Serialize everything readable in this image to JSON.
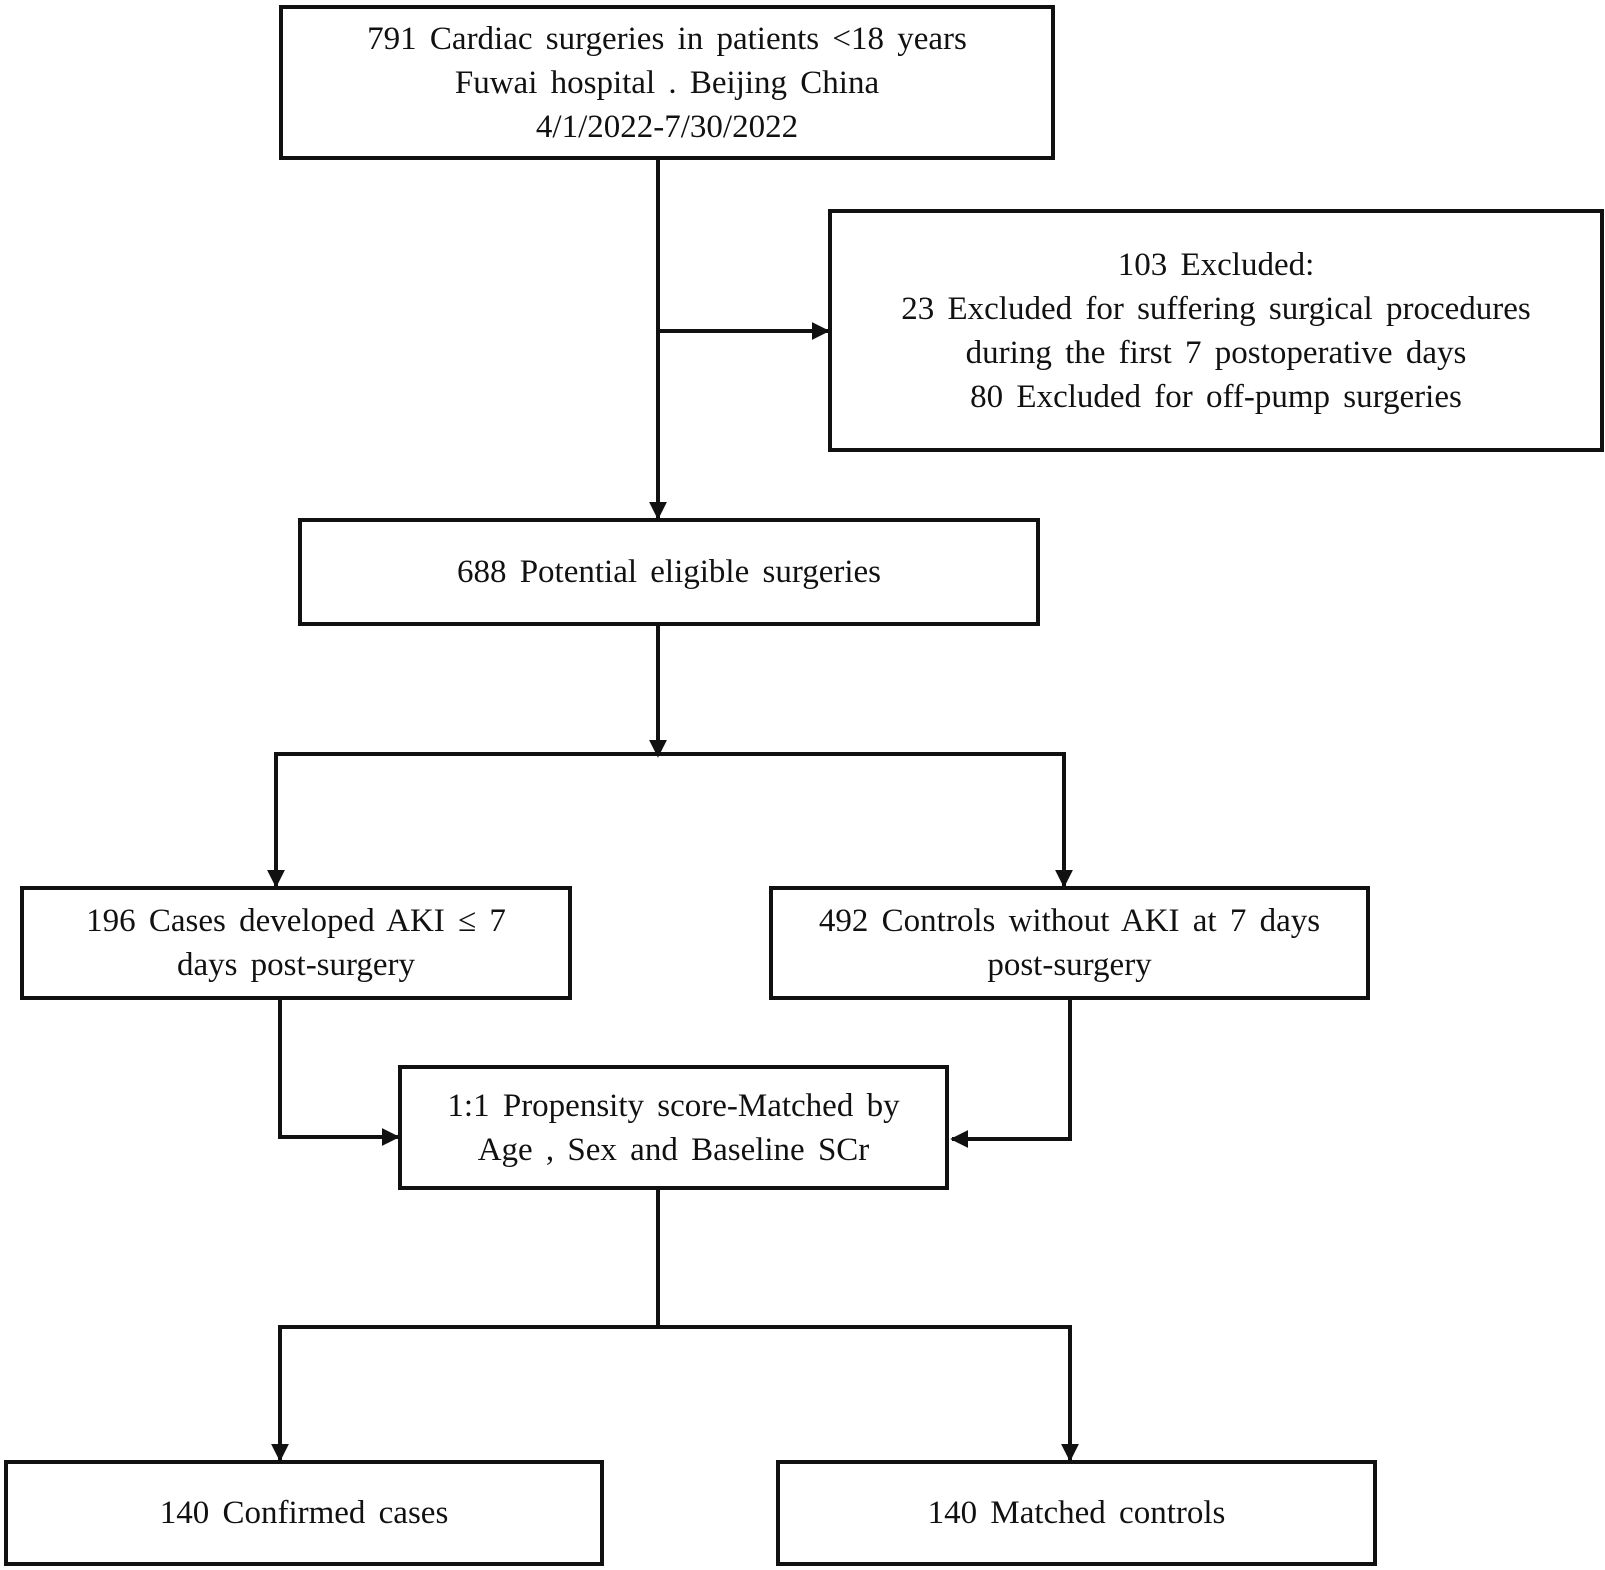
{
  "flowchart": {
    "source": {
      "lines": [
        "791 Cardiac surgeries in patients <18 years",
        "Fuwai hospital . Beijing China",
        "4/1/2022-7/30/2022"
      ]
    },
    "excluded": {
      "lines": [
        "103 Excluded:",
        "23 Excluded for suffering surgical procedures",
        "during the first 7 postoperative days",
        "80 Excluded for off-pump surgeries"
      ]
    },
    "eligible": {
      "lines": [
        "688 Potential eligible surgeries"
      ]
    },
    "cases": {
      "lines": [
        "196  Cases developed AKI ≤ 7",
        "days post-surgery"
      ]
    },
    "controls": {
      "lines": [
        "492  Controls without AKI at 7 days",
        "post-surgery"
      ]
    },
    "matching": {
      "lines": [
        "1:1 Propensity score-Matched by",
        "Age , Sex and Baseline SCr"
      ]
    },
    "confirmed_cases": {
      "lines": [
        "140 Confirmed cases"
      ]
    },
    "matched_controls": {
      "lines": [
        "140 Matched controls"
      ]
    }
  }
}
